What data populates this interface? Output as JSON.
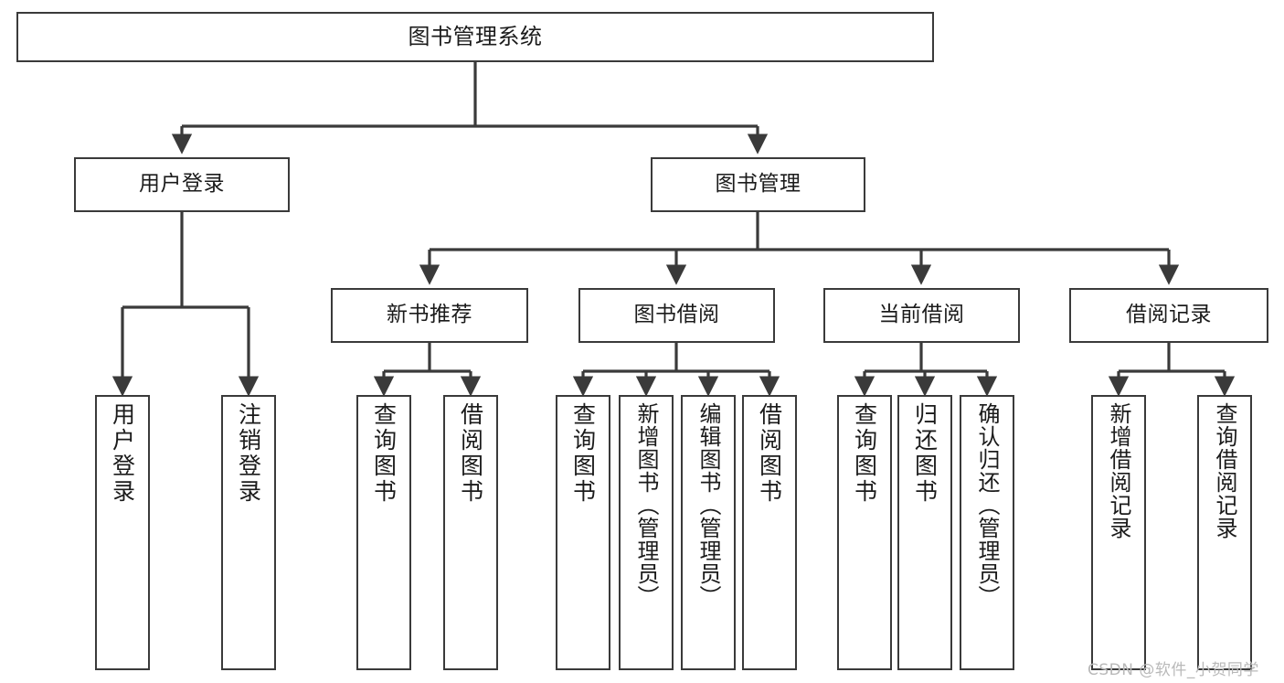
{
  "diagram": {
    "title": "图书管理系统",
    "type": "tree-hierarchy",
    "watermark": "CSDN @软件_小贺同学",
    "colors": {
      "stroke": "#3a3a3a",
      "fill": "#ffffff",
      "text": "#1b1b1b",
      "watermark": "#b9b9b9"
    },
    "nodes": {
      "root": {
        "label": "图书管理系统"
      },
      "level2": {
        "user_login": {
          "label": "用户登录"
        },
        "book_manage": {
          "label": "图书管理"
        }
      },
      "level3": {
        "new_book_rec": {
          "label": "新书推荐"
        },
        "book_borrow": {
          "label": "图书借阅"
        },
        "current_borrow": {
          "label": "当前借阅"
        },
        "borrow_record": {
          "label": "借阅记录"
        }
      },
      "leaves": {
        "user_login_children": [
          {
            "label": "用户登录"
          },
          {
            "label": "注销登录"
          }
        ],
        "new_book_rec_children": [
          {
            "label": "查询图书"
          },
          {
            "label": "借阅图书"
          }
        ],
        "book_borrow_children": [
          {
            "label": "查询图书"
          },
          {
            "label": "新增图书（管理员）"
          },
          {
            "label": "编辑图书（管理员）"
          },
          {
            "label": "借阅图书"
          }
        ],
        "current_borrow_children": [
          {
            "label": "查询图书"
          },
          {
            "label": "归还图书"
          },
          {
            "label": "确认归还（管理员）"
          }
        ],
        "borrow_record_children": [
          {
            "label": "新增借阅记录"
          },
          {
            "label": "查询借阅记录"
          }
        ]
      }
    }
  }
}
